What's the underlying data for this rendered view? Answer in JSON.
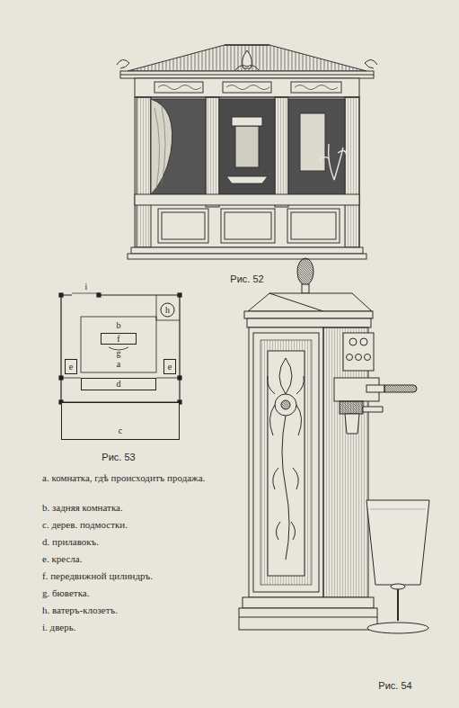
{
  "diagram": {
    "nodes": [
      {
        "text": [
          "h"
        ]
      },
      {
        "text": [
          "f"
        ]
      },
      {
        "text": [
          "e"
        ]
      },
      {
        "text": [
          "e"
        ]
      },
      {
        "text": [
          "d"
        ]
      },
      {
        "text": [
          "c"
        ]
      }
    ],
    "labels": [
      "Рис. 52",
      "i",
      "b",
      "g",
      "a",
      "Рис. 53",
      "a. комнатка, гдѣ происходитъ продажа.",
      "b. задняя комнатка.",
      "c. дерев. подмостки.",
      "d. прилавокъ.",
      "e. кресла.",
      "f. передвижной цилиндръ.",
      "g. бюветка.",
      "h. ватеръ-клозетъ.",
      "i. дверь.",
      "Рис. 54"
    ]
  }
}
